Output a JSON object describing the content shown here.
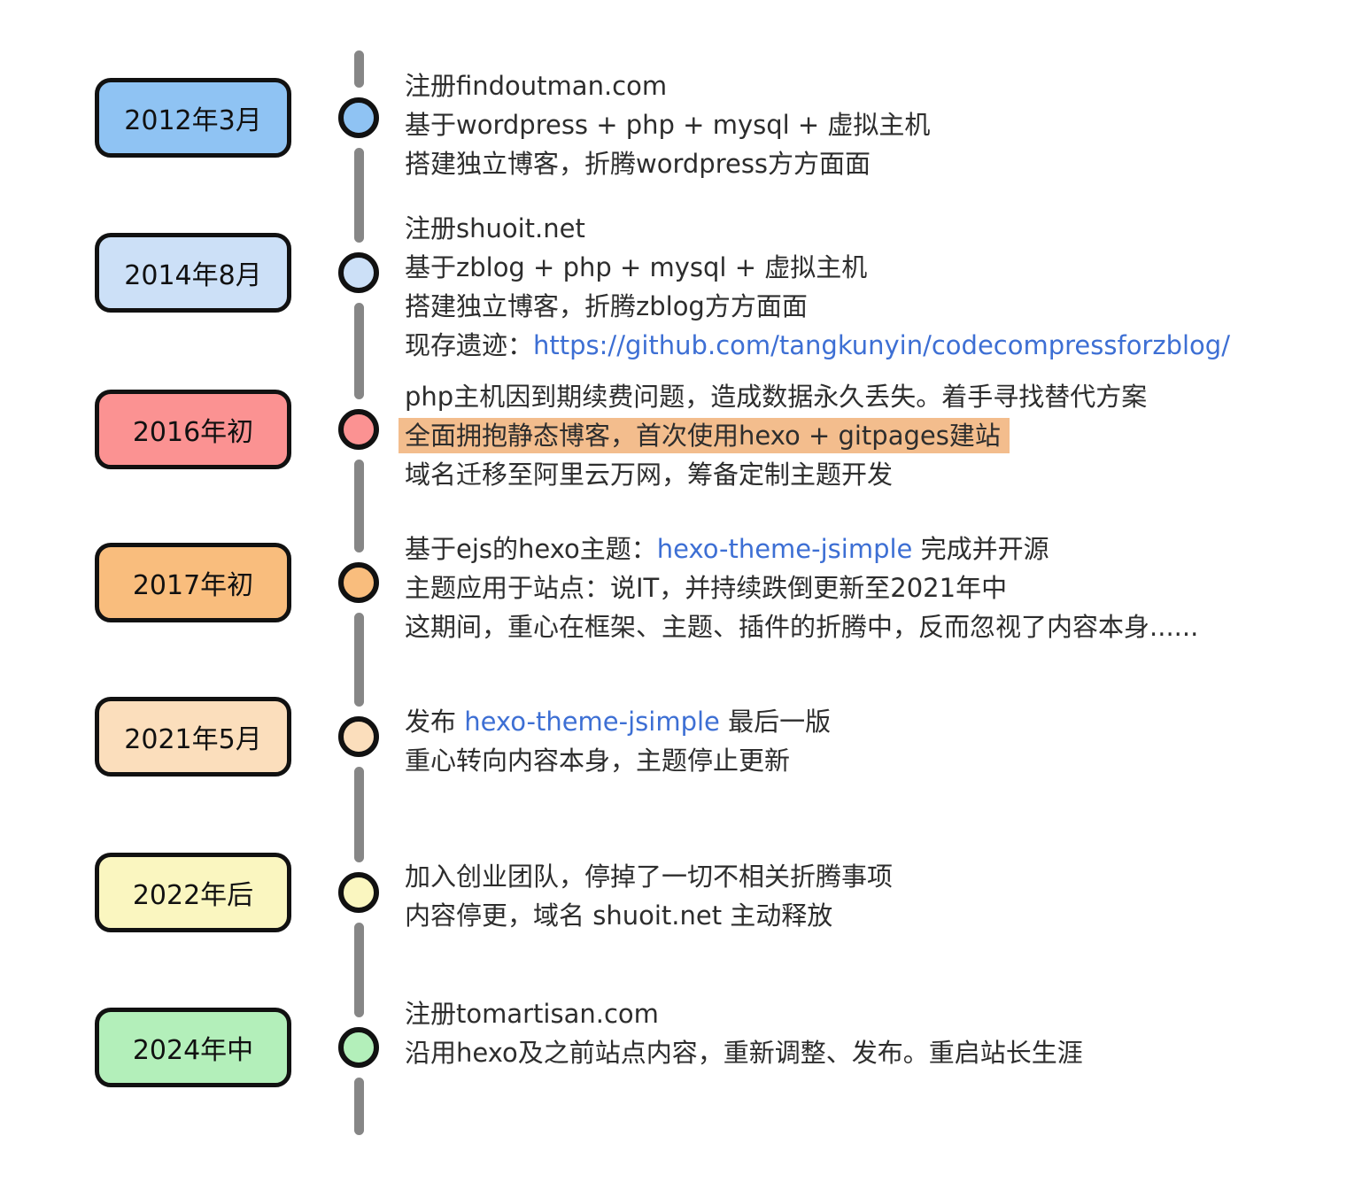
{
  "timeline": {
    "line_color": "#868686",
    "node_border_color": "#111111",
    "text_color": "#2d2d2d",
    "link_color": "#3d6fd4",
    "highlight_color": "#f3bd8d",
    "entries": [
      {
        "date": "2012年3月",
        "color": "#8fc3f3",
        "lines": {
          "l1": "注册findoutman.com",
          "l2": "基于wordpress + php + mysql + 虚拟主机",
          "l3": "搭建独立博客，折腾wordpress方方面面"
        }
      },
      {
        "date": "2014年8月",
        "color": "#cce0f7",
        "lines": {
          "l1": "注册shuoit.net",
          "l2": "基于zblog + php + mysql + 虚拟主机",
          "l3": "搭建独立博客，折腾zblog方方面面",
          "l4_prefix": "现存遗迹：",
          "l4_link": "https://github.com/tangkunyin/codecompressforzblog/"
        }
      },
      {
        "date": "2016年初",
        "color": "#fb9292",
        "lines": {
          "l1": "php主机因到期续费问题，造成数据永久丢失。着手寻找替代方案",
          "l2_highlight": "全面拥抱静态博客，首次使用hexo + gitpages建站",
          "l3": "域名迁移至阿里云万网，筹备定制主题开发"
        }
      },
      {
        "date": "2017年初",
        "color": "#f9bd7d",
        "lines": {
          "l1_prefix": "基于ejs的hexo主题：",
          "l1_link": "hexo-theme-jsimple",
          "l1_suffix": " 完成并开源",
          "l2": "主题应用于站点：说IT，并持续跌倒更新至2021年中",
          "l3": "这期间，重心在框架、主题、插件的折腾中，反而忽视了内容本身......"
        }
      },
      {
        "date": "2021年5月",
        "color": "#fbdebc",
        "lines": {
          "l1_prefix": "发布 ",
          "l1_link": "hexo-theme-jsimple",
          "l1_suffix": " 最后一版",
          "l2": "重心转向内容本身，主题停止更新"
        }
      },
      {
        "date": "2022年后",
        "color": "#faf6c0",
        "lines": {
          "l1": "加入创业团队，停掉了一切不相关折腾事项",
          "l2": "内容停更，域名 shuoit.net 主动释放"
        }
      },
      {
        "date": "2024年中",
        "color": "#b3efba",
        "lines": {
          "l1": "注册tomartisan.com",
          "l2": "沿用hexo及之前站点内容，重新调整、发布。重启站长生涯"
        }
      }
    ]
  }
}
